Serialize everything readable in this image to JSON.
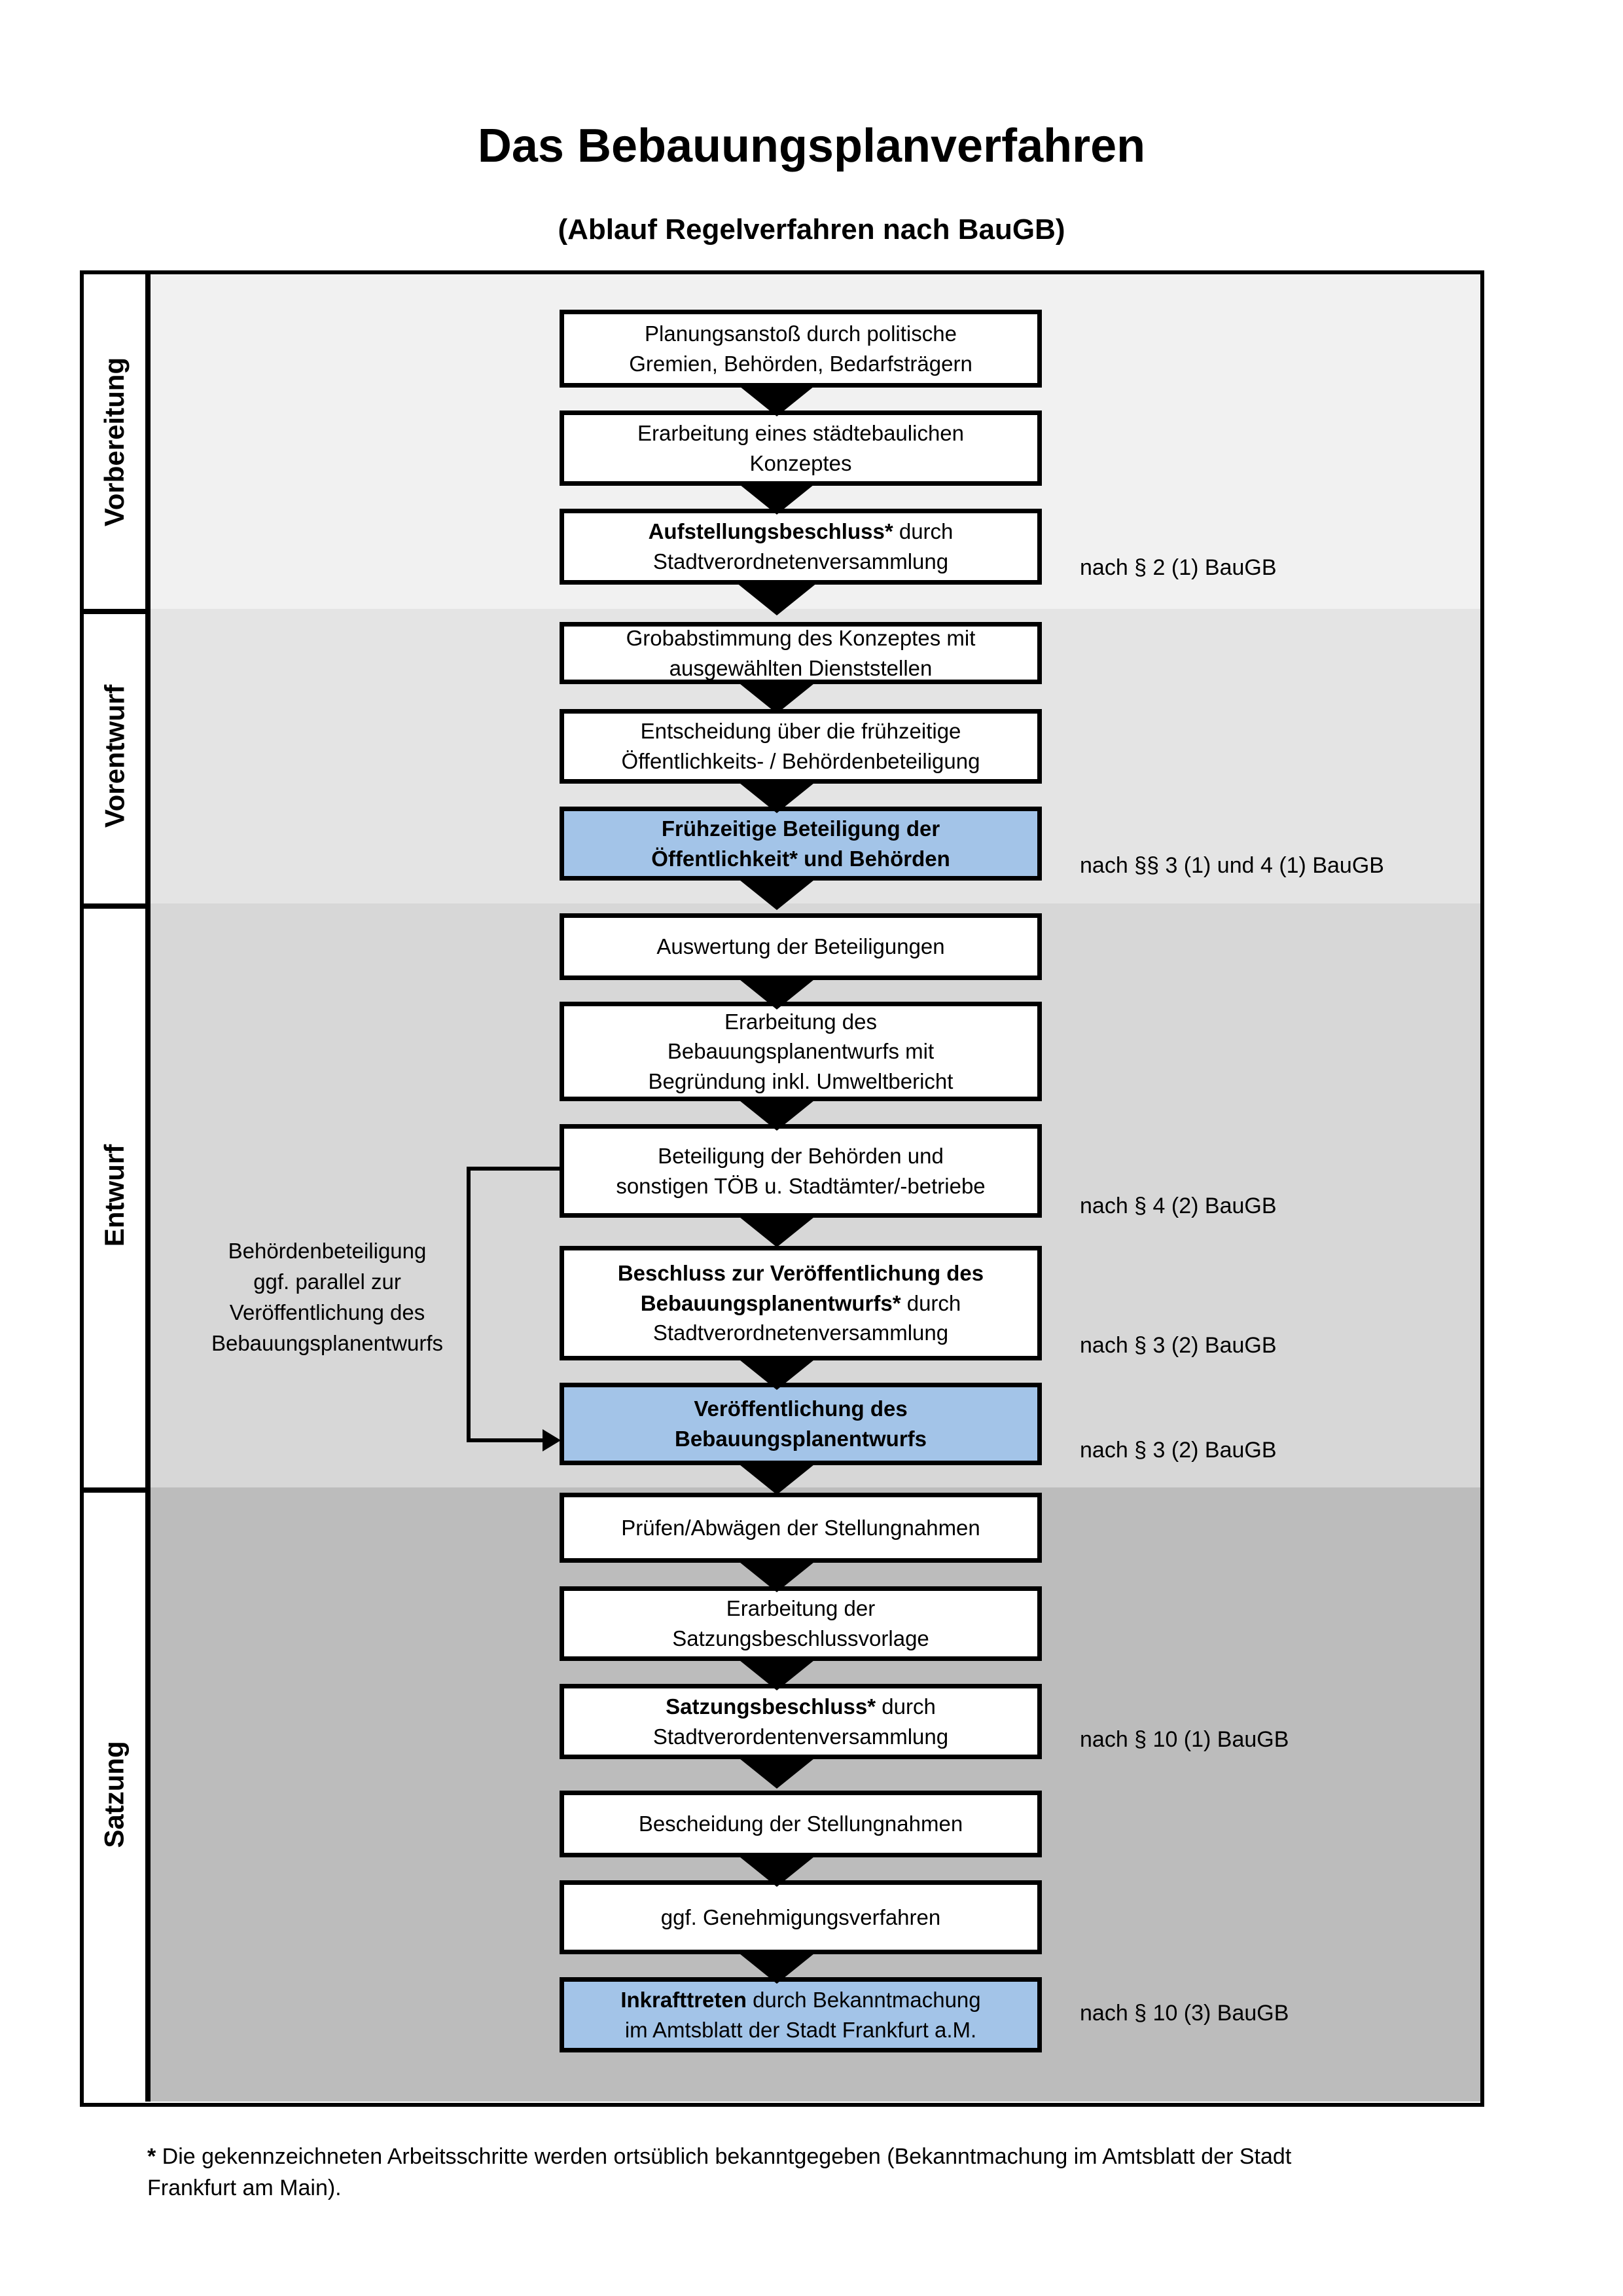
{
  "title": "Das Bebauungsplanverfahren",
  "subtitle": "(Ablauf Regelverfahren nach BauGB)",
  "phases": [
    {
      "label": "Vorbereitung"
    },
    {
      "label": "Vorentwurf"
    },
    {
      "label": "Entwurf"
    },
    {
      "label": "Satzung"
    }
  ],
  "steps": [
    {
      "bold": "",
      "rest": "Planungsanstoß durch politische\nGremien, Behörden, Bedarfsträgern"
    },
    {
      "bold": "",
      "rest": "Erarbeitung eines städtebaulichen\nKonzeptes"
    },
    {
      "bold": "Aufstellungsbeschluss*",
      "rest": " durch\nStadtverordnetenversammlung"
    },
    {
      "bold": "",
      "rest": "Grobabstimmung des Konzeptes mit\nausgewählten Dienststellen"
    },
    {
      "bold": "",
      "rest": "Entscheidung über die frühzeitige\nÖffentlichkeits- / Behördenbeteiligung"
    },
    {
      "bold": "Frühzeitige Beteiligung der\nÖffentlichkeit* und Behörden",
      "rest": ""
    },
    {
      "bold": "",
      "rest": "Auswertung der Beteiligungen"
    },
    {
      "bold": "",
      "rest": "Erarbeitung des\nBebauungsplanentwurfs mit\nBegründung inkl. Umweltbericht"
    },
    {
      "bold": "",
      "rest": "Beteiligung der Behörden und\nsonstigen TÖB u. Stadtämter/-betriebe"
    },
    {
      "bold": "Beschluss zur Veröffentlichung des\nBebauungsplanentwurfs*",
      "rest": " durch\nStadtverordnetenversammlung"
    },
    {
      "bold": "Veröffentlichung des\nBebauungsplanentwurfs",
      "rest": ""
    },
    {
      "bold": "",
      "rest": "Prüfen/Abwägen der Stellungnahmen"
    },
    {
      "bold": "",
      "rest": "Erarbeitung der\nSatzungsbeschlussvorlage"
    },
    {
      "bold": "Satzungsbeschluss*",
      "rest": " durch\nStadtverordentenversammlung"
    },
    {
      "bold": "",
      "rest": "Bescheidung der Stellungnahmen"
    },
    {
      "bold": "",
      "rest": "ggf. Genehmigungsverfahren"
    },
    {
      "bold": "Inkrafttreten",
      "rest": " durch Bekanntmachung\nim Amtsblatt der Stadt Frankfurt a.M."
    }
  ],
  "refs": [
    {
      "text": "nach § 2 (1) BauGB"
    },
    {
      "text": "nach §§ 3 (1) und 4 (1) BauGB"
    },
    {
      "text": "nach § 4 (2) BauGB"
    },
    {
      "text": "nach § 3 (2) BauGB"
    },
    {
      "text": "nach § 3 (2) BauGB"
    },
    {
      "text": "nach § 10 (1) BauGB"
    },
    {
      "text": "nach § 10 (3) BauGB"
    }
  ],
  "side_note": "Behördenbeteiligung\nggf. parallel zur\nVeröffentlichung des\nBebauungsplanentwurfs",
  "footnote": {
    "marker": "*",
    "text": " Die gekennzeichneten Arbeitsschritte werden ortsüblich bekanntgegeben (Bekanntmachung im Amtsblatt  der Stadt\nFrankfurt am Main)."
  },
  "colors": {
    "highlight_fill": "#a3c4e8",
    "section_grays": [
      "#f1f1f1",
      "#e4e4e4",
      "#d7d7d7",
      "#bcbcbc"
    ]
  }
}
